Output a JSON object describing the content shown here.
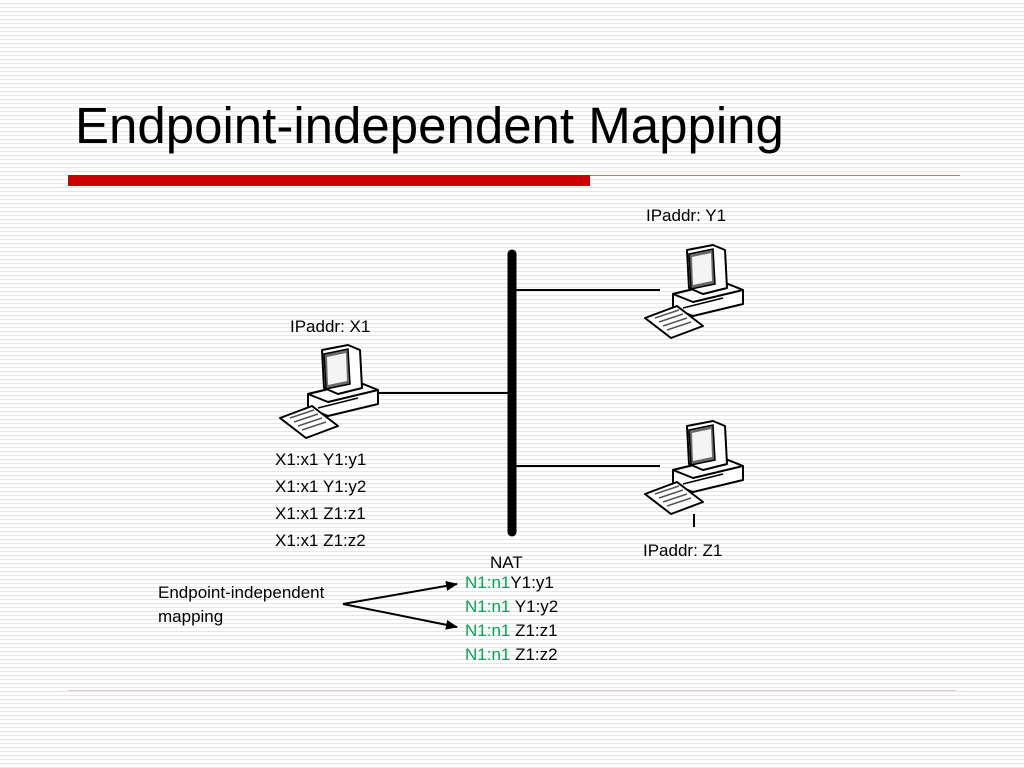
{
  "slide": {
    "title": "Endpoint-independent Mapping"
  },
  "hosts": {
    "x1": {
      "label": "IPaddr: X1"
    },
    "y1": {
      "label": "IPaddr: Y1"
    },
    "z1": {
      "label": "IPaddr: Z1"
    }
  },
  "nat": {
    "label": "NAT"
  },
  "internal_mappings": [
    "X1:x1 Y1:y1",
    "X1:x1 Y1:y2",
    "X1:x1 Z1:z1",
    "X1:x1 Z1:z2"
  ],
  "external_mappings": [
    {
      "source": "N1:n1",
      "dest": "Y1:y1"
    },
    {
      "source": "N1:n1",
      "dest": " Y1:y2"
    },
    {
      "source": "N1:n1",
      "dest": " Z1:z1"
    },
    {
      "source": "N1:n1",
      "dest": " Z1:z2"
    }
  ],
  "callout": {
    "line1": "Endpoint-independent",
    "line2": "mapping"
  },
  "colors": {
    "accent_red": "#cc0000",
    "mapping_green": "#00a651"
  },
  "icons": [
    "desktop-computer-icon"
  ]
}
